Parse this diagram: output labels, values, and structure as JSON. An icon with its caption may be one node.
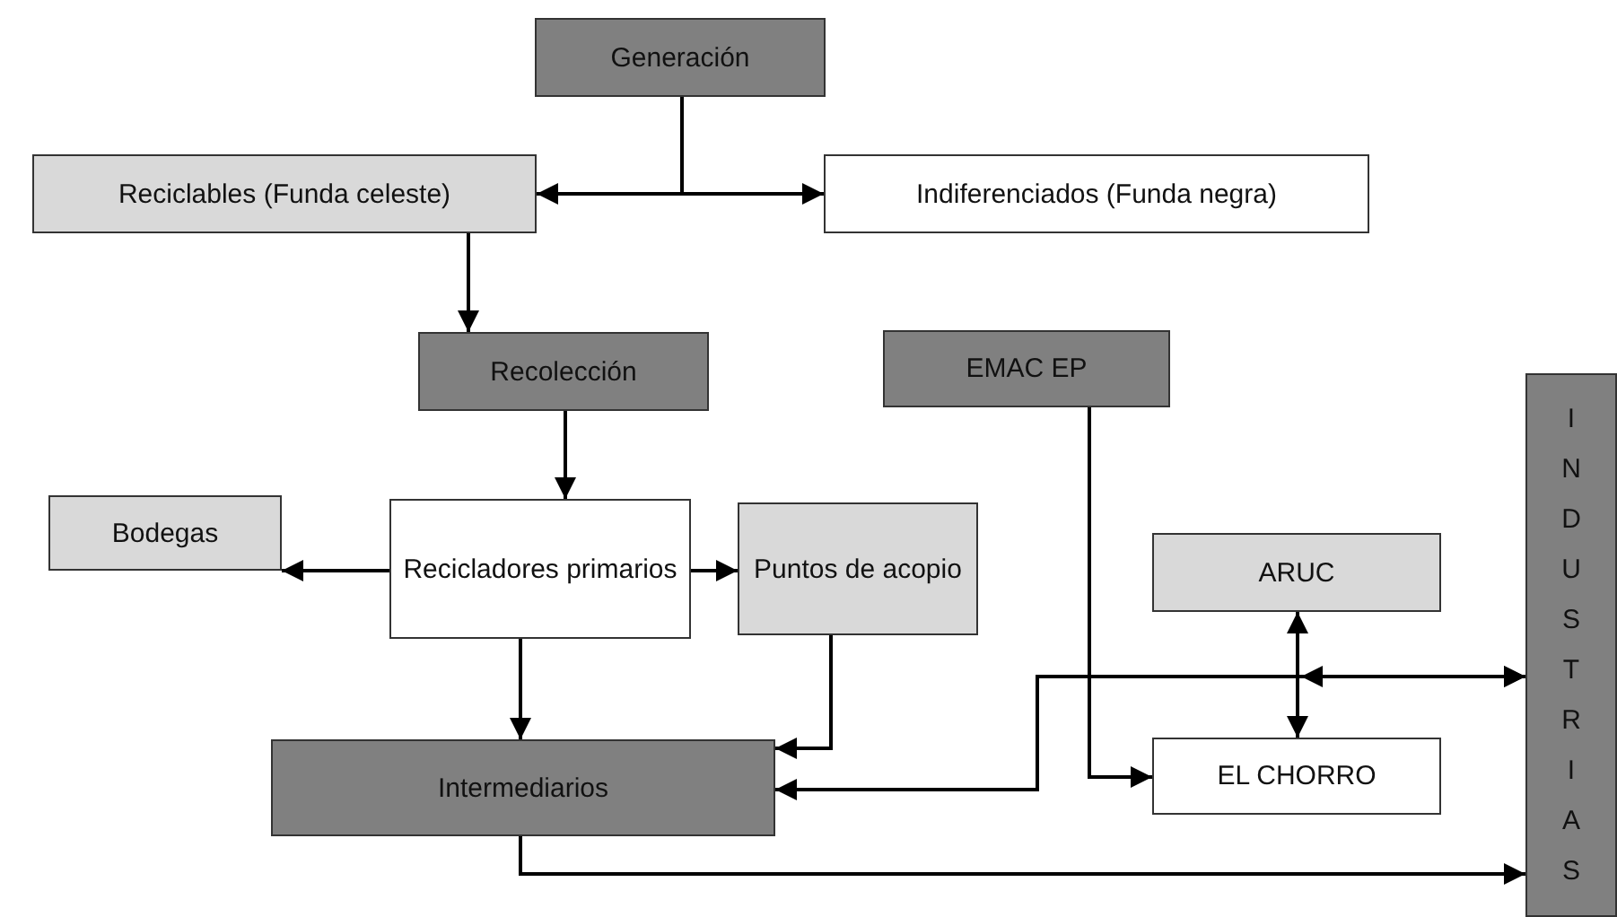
{
  "diagram": {
    "nodes": [
      {
        "text": [
          "Generación"
        ]
      },
      {
        "text": [
          "Reciclables (Funda celeste)"
        ]
      },
      {
        "text": [
          "Indiferenciados (Funda negra)"
        ]
      },
      {
        "text": [
          "Recolección"
        ]
      },
      {
        "text": [
          "EMAC EP"
        ]
      },
      {
        "text": [
          "INDUSTRIAS"
        ]
      },
      {
        "text": [
          "Bodegas"
        ]
      },
      {
        "text": [
          "Recicladores primarios"
        ]
      },
      {
        "text": [
          "Puntos de acopio"
        ]
      },
      {
        "text": [
          "ARUC"
        ]
      },
      {
        "text": [
          "Intermediarios"
        ]
      },
      {
        "text": [
          "EL CHORRO"
        ]
      }
    ],
    "edges": [
      {
        "from": 0,
        "to": 1,
        "arrow": "to"
      },
      {
        "from": 0,
        "to": 2,
        "arrow": "to"
      },
      {
        "from": 1,
        "to": 3,
        "arrow": "to"
      },
      {
        "from": 3,
        "to": 7,
        "arrow": "to"
      },
      {
        "from": 7,
        "to": 6,
        "arrow": "to"
      },
      {
        "from": 7,
        "to": 8,
        "arrow": "to"
      },
      {
        "from": 7,
        "to": 10,
        "arrow": "to"
      },
      {
        "from": 8,
        "to": 10,
        "arrow": "to"
      },
      {
        "from": 4,
        "to": 11,
        "arrow": "to"
      },
      {
        "from": 9,
        "to": 11,
        "arrow": "both"
      },
      {
        "from": 5,
        "to": 10,
        "arrow": "both"
      },
      {
        "from": 5,
        "to": null,
        "arrow": "both"
      },
      {
        "from": 10,
        "to": 5,
        "arrow": "to"
      }
    ]
  }
}
